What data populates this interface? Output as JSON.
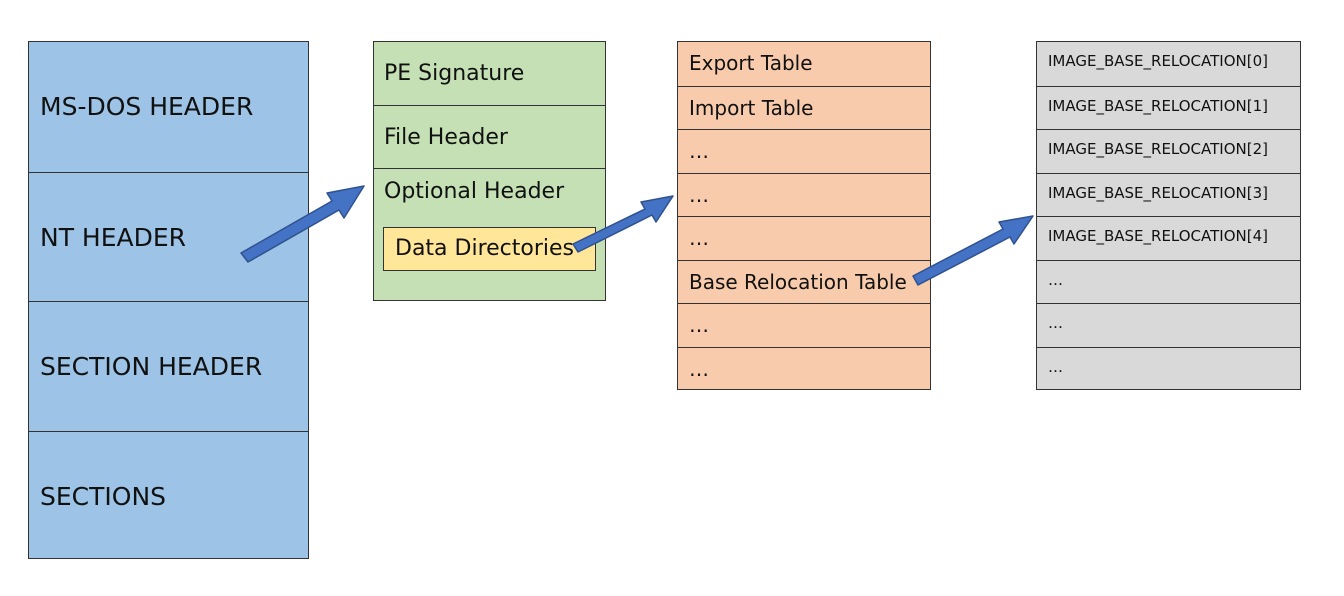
{
  "pe_file": {
    "rows": [
      "MS-DOS HEADER",
      "NT HEADER",
      "SECTION HEADER",
      "SECTIONS"
    ]
  },
  "nt_header": {
    "rows": [
      "PE Signature",
      "File Header",
      "Optional Header"
    ],
    "data_directories": "Data Directories"
  },
  "data_directories": {
    "rows": [
      "Export Table",
      "Import Table",
      "…",
      "…",
      "…",
      "Base Relocation Table",
      "…",
      "…"
    ]
  },
  "relocations": {
    "rows": [
      "IMAGE_BASE_RELOCATION[0]",
      "IMAGE_BASE_RELOCATION[1]",
      "IMAGE_BASE_RELOCATION[2]",
      "IMAGE_BASE_RELOCATION[3]",
      "IMAGE_BASE_RELOCATION[4]",
      "…",
      "…",
      "…"
    ]
  },
  "colors": {
    "pe_file": "#9dc3e6",
    "nt_header": "#c5e0b4",
    "data_directories_box": "#ffe699",
    "data_directories": "#f8cbad",
    "relocations": "#d9d9d9",
    "arrow": "#4472c4"
  }
}
